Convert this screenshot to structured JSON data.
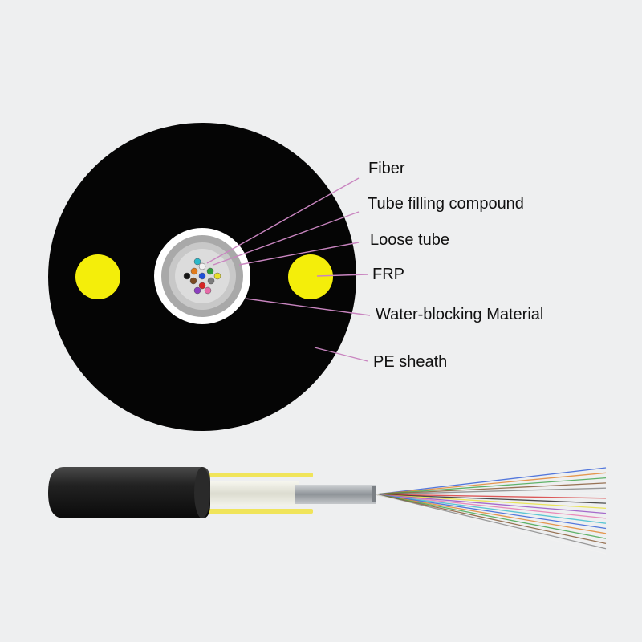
{
  "labels": {
    "fiber": "Fiber",
    "tube_filling_compound": "Tube filling compound",
    "loose_tube": "Loose tube",
    "frp": "FRP",
    "water_blocking_material": "Water-blocking Material",
    "pe_sheath": "PE sheath"
  },
  "colors": {
    "background": "#eeeff0",
    "sheath": "#050505",
    "frp": "#f4ee0a",
    "leader_line": "#c985c0",
    "loose_tube": "#a9a9a9",
    "tube_filling": "#d8d8d8",
    "water_blocking": "#ffffff",
    "fiber_colors": [
      "#1f4fd6",
      "#e07a1b",
      "#2f9e3c",
      "#7a4a22",
      "#7b7b7b",
      "#f2f2f2",
      "#d62626",
      "#151515",
      "#e8e02a",
      "#8c3fbf",
      "#e66aa8",
      "#2bb8c9"
    ]
  }
}
